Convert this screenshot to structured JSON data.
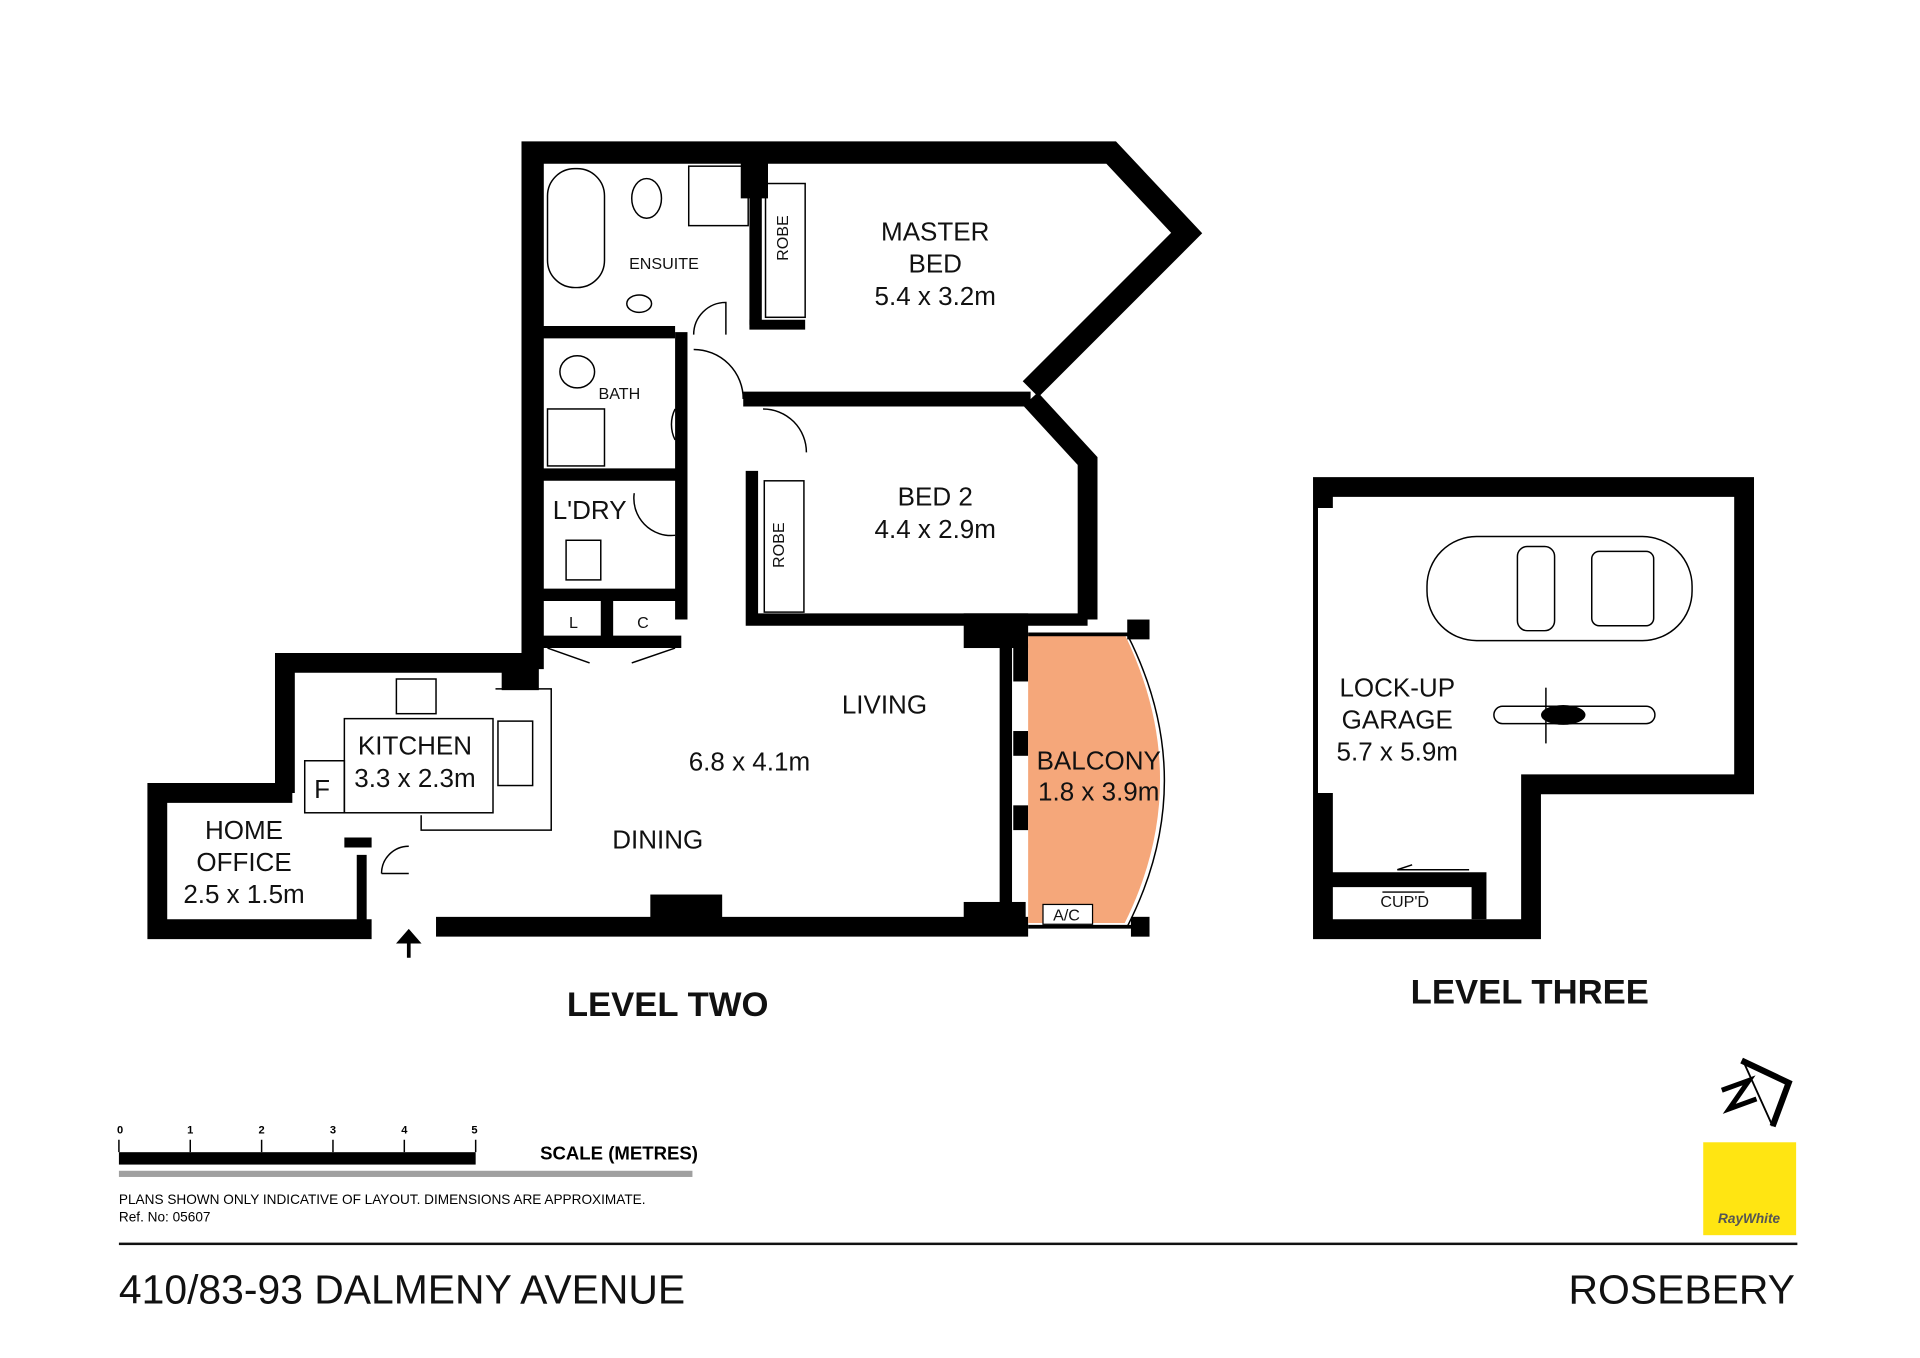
{
  "rooms": {
    "ensuite": "ENSUITE",
    "master_bed_1": "MASTER",
    "master_bed_2": "BED",
    "master_bed_dim": "5.4 x 3.2m",
    "robe_master": "ROBE",
    "bath": "BATH",
    "bed2": "BED 2",
    "bed2_dim": "4.4 x 2.9m",
    "robe_bed2": "ROBE",
    "laundry": "L'DRY",
    "linen": "L",
    "cupboard": "C",
    "kitchen": "KITCHEN",
    "kitchen_dim": "3.3 x 2.3m",
    "fridge": "F",
    "home_office_1": "HOME",
    "home_office_2": "OFFICE",
    "home_office_dim": "2.5 x 1.5m",
    "living": "LIVING",
    "living_dining_dim": "6.8 x 4.1m",
    "dining": "DINING",
    "balcony": "BALCONY",
    "balcony_dim": "1.8 x 3.9m",
    "ac": "A/C",
    "garage_1": "LOCK-UP",
    "garage_2": "GARAGE",
    "garage_dim": "5.7 x 5.9m",
    "cupd": "CUP'D"
  },
  "levels": {
    "two": "LEVEL TWO",
    "three": "LEVEL THREE"
  },
  "scale": {
    "ticks": [
      "0",
      "1",
      "2",
      "3",
      "4",
      "5"
    ],
    "label": "SCALE (METRES)"
  },
  "disclaimer": "PLANS SHOWN ONLY INDICATIVE OF LAYOUT.  DIMENSIONS ARE APPROXIMATE.",
  "ref": "Ref. No: 05607",
  "address": "410/83-93 DALMENY AVENUE",
  "suburb": "ROSEBERY",
  "logo": {
    "text": "RayWhite",
    "color": "#FFE512"
  },
  "colors": {
    "balcony": "#F5A77A",
    "wall": "#000000"
  }
}
